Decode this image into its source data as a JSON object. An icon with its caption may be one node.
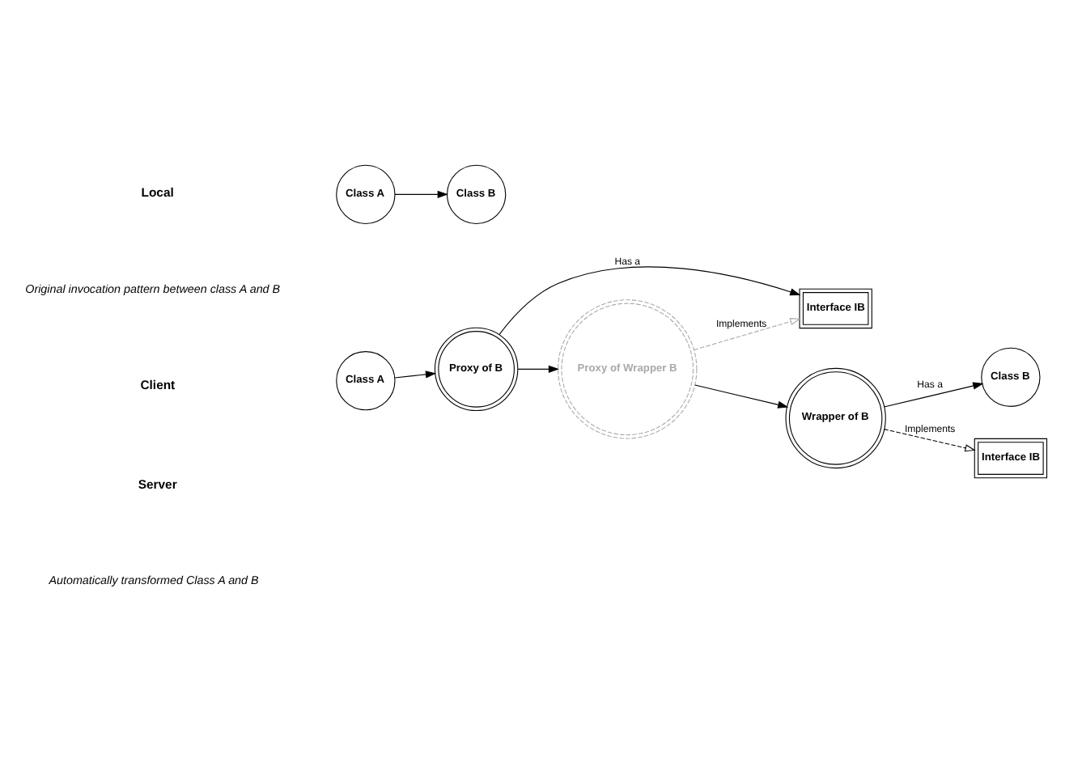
{
  "diagram": {
    "nodes": [
      {
        "text": [
          "Class A"
        ]
      },
      {
        "text": [
          "Class B"
        ]
      },
      {
        "text": [
          "Class A"
        ]
      },
      {
        "text": [
          "Proxy of B"
        ]
      },
      {
        "text": [
          "Proxy of Wrapper B"
        ]
      },
      {
        "text": [
          "Interface IB"
        ]
      },
      {
        "text": [
          "Wrapper of B"
        ]
      },
      {
        "text": [
          "Class B"
        ]
      },
      {
        "text": [
          "Interface IB"
        ]
      }
    ],
    "edges": [
      {
        "from": 0,
        "to": 1,
        "arrow": "to"
      },
      {
        "from": 2,
        "to": 3,
        "arrow": "to"
      },
      {
        "from": 3,
        "to": 4,
        "arrow": "to"
      },
      {
        "from": 4,
        "to": 6,
        "arrow": "to"
      },
      {
        "from": 3,
        "to": 5,
        "arrow": "to",
        "label": "Has a"
      },
      {
        "from": 4,
        "to": 5,
        "arrow": "to",
        "label": "Implements",
        "style": "dashed",
        "color": "#aaaaaa"
      },
      {
        "from": 6,
        "to": 7,
        "arrow": "to",
        "label": "Has a"
      },
      {
        "from": 6,
        "to": 8,
        "arrow": "to",
        "label": "Implements",
        "style": "dashed"
      }
    ],
    "labels": [
      "Local",
      "Original invocation pattern between class A and B",
      "Client",
      "Server",
      "Automatically transformed Class A and B"
    ]
  }
}
